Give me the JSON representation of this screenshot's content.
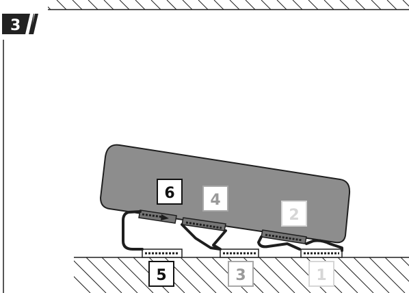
{
  "step_number": "3",
  "labels": {
    "label_1": "1",
    "label_2": "2",
    "label_3": "3",
    "label_4": "4",
    "label_5": "5",
    "label_6": "6"
  },
  "colors": {
    "device": "#8d8d8d",
    "outline": "#1e1e1e",
    "clip": "#6e6e6e",
    "label_dark": "#111111",
    "label_mid": "#9a9a9a",
    "label_light": "#d6d6d6",
    "hatch": "#1e1e1e"
  }
}
